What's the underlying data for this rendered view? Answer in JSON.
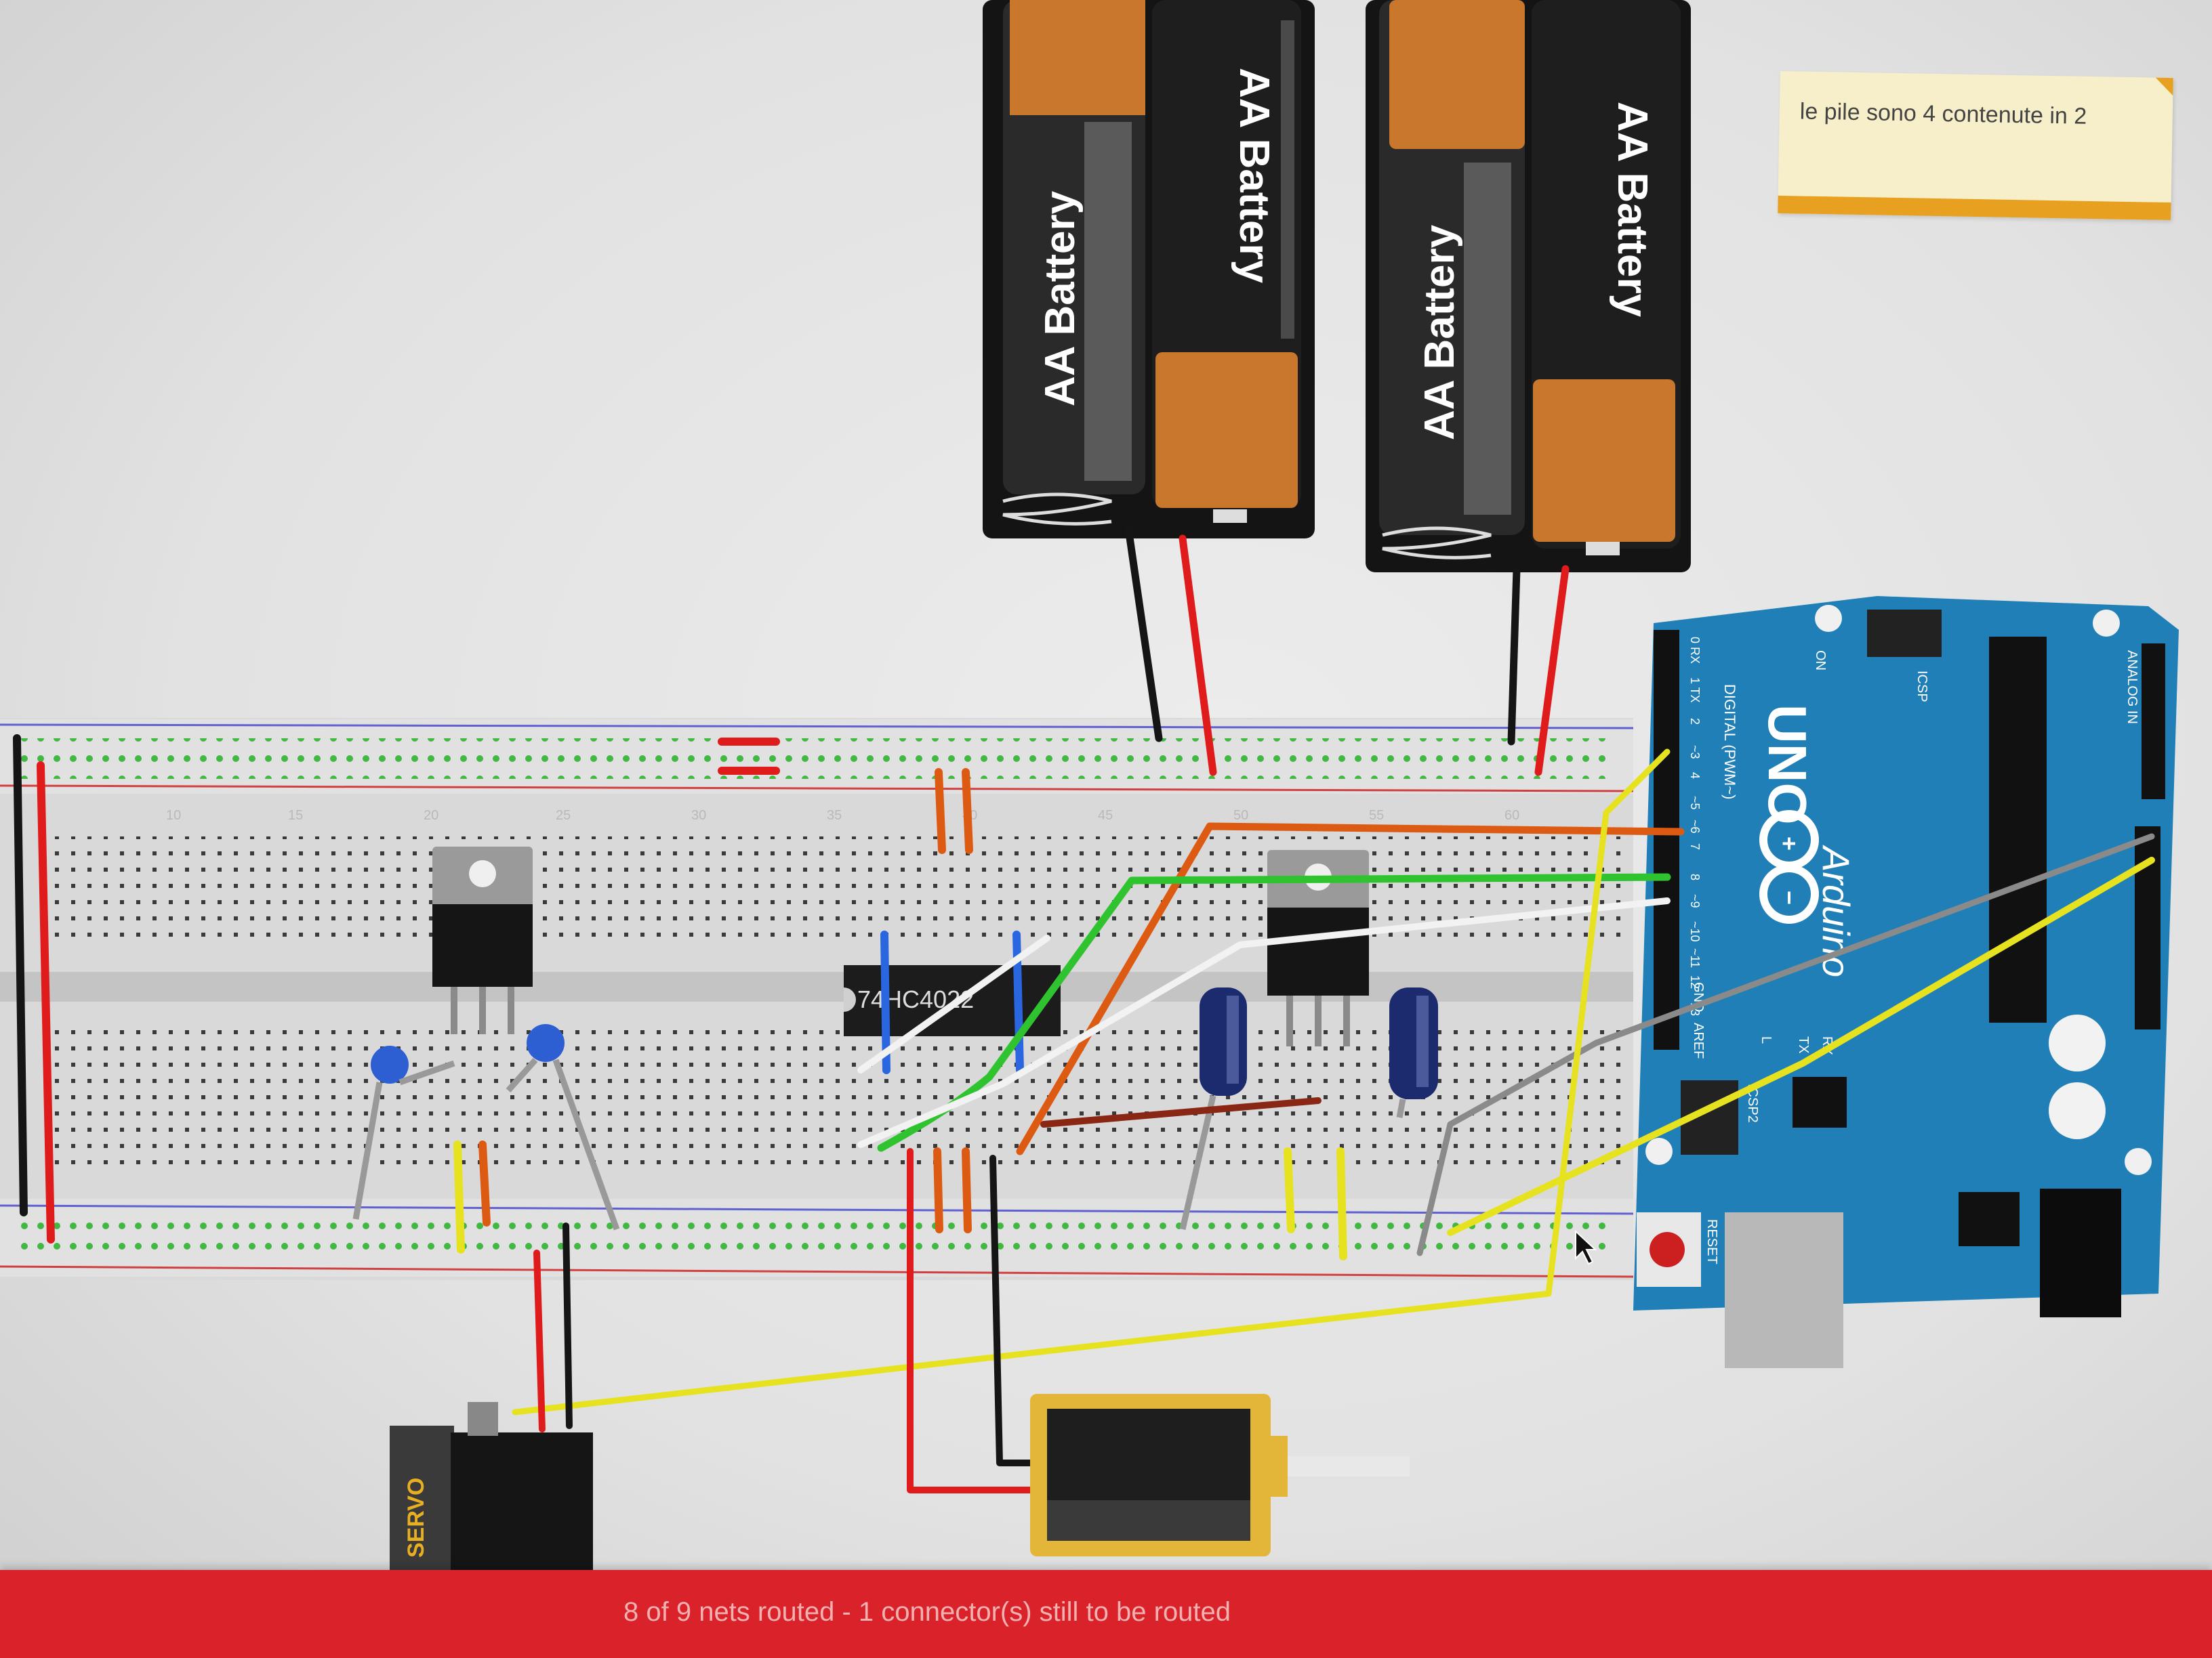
{
  "canvas": {
    "note": {
      "text": "le pile sono 4 contenute in 2"
    },
    "battery_pack_1": {
      "cell_a_label": "AA Battery",
      "cell_b_label": "AA Battery"
    },
    "battery_pack_2": {
      "cell_a_label": "AA Battery",
      "cell_b_label": "AA Battery"
    },
    "breadboard": {
      "column_numbers": [
        "10",
        "15",
        "20",
        "25",
        "30",
        "35",
        "40",
        "45",
        "50",
        "55",
        "60"
      ]
    },
    "ic_chip": {
      "label": "74HC4022"
    },
    "arduino": {
      "brand": "Arduino",
      "model": "UNO",
      "digital_label": "DIGITAL (PWM~)",
      "icsp_label": "ICSP",
      "icsp2_label": "ICSP2",
      "reset_label": "RESET",
      "on_label": "ON",
      "tx_label": "TX",
      "rx_label": "RX",
      "l_label": "L",
      "aref_label": "AREF",
      "gnd_label": "GND",
      "analog_label": "ANALOG IN",
      "digital_pins": [
        "0 RX",
        "1 TX",
        "2",
        "~3",
        "4",
        "~5",
        "~6",
        "7",
        "8",
        "~9",
        "~10",
        "~11",
        "12",
        "13"
      ]
    },
    "servo": {
      "label": "SERVO"
    }
  },
  "status_bar": {
    "text": "8 of 9 nets routed - 1 connector(s) still to be routed"
  },
  "colors": {
    "status_bar": "#d9222a",
    "arduino_board": "#1f7fb6",
    "battery_body": "#1a1a1a",
    "battery_copper": "#c8772c",
    "wire_red": "#e01b1b",
    "wire_black": "#151515",
    "wire_yellow": "#e7e21f",
    "wire_green": "#2fc42f",
    "wire_orange": "#dd5a12",
    "wire_white": "#f2f2f2",
    "wire_gray": "#8a8a8a",
    "wire_brown": "#8a2614"
  }
}
